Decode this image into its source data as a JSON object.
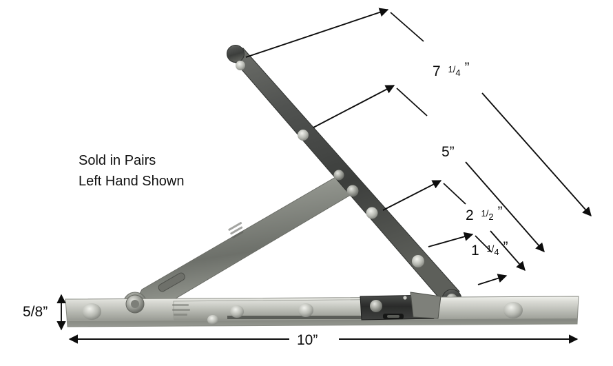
{
  "product": {
    "name": "casement-window-hinge",
    "description_lines": [
      "Sold in Pairs",
      "Left Hand Shown"
    ]
  },
  "notes": {
    "line1": "Sold in Pairs",
    "line2": "Left Hand Shown"
  },
  "dimensions": {
    "upper_arm": "7 ",
    "upper_arm_whole": "7",
    "upper_arm_frac_num": "1",
    "upper_arm_frac_den": "4",
    "mid_arm": "5”",
    "short_a_whole": "2",
    "short_a_frac_num": "1",
    "short_a_frac_den": "2",
    "short_b_whole": "1",
    "short_b_frac_num": "1",
    "short_b_frac_den": "4",
    "height": "5/8”",
    "length": "10”",
    "inch_mark": "”"
  },
  "colors": {
    "background": "#ffffff",
    "line": "#0d0d0d",
    "text": "#111111",
    "steel_dark": "#4a4a48",
    "steel_mid": "#8d8f8a",
    "steel_light": "#cfd0cb",
    "steel_bright": "#e8e9e4",
    "hole_shadow": "#6b6d68"
  },
  "parts": {
    "upper_arm_label": "upper-hinge-arm",
    "lower_arm_label": "lower-hinge-arm",
    "track_label": "mounting-track-rail",
    "slider_label": "slider-shoe",
    "pivot_label": "pivot-rivet"
  }
}
